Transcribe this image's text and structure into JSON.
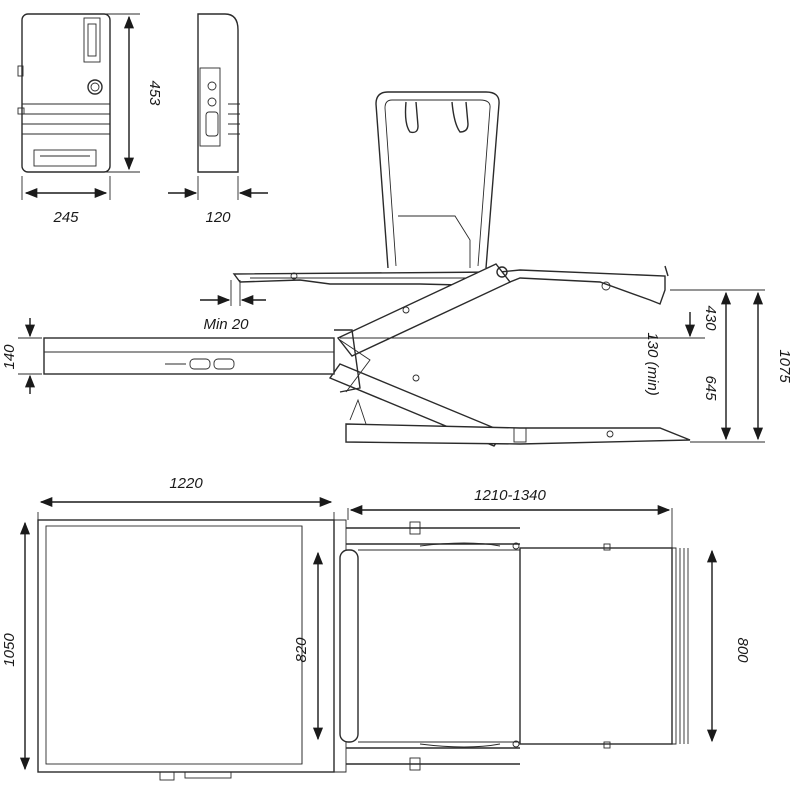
{
  "dimensions": {
    "cabinet_width": "245",
    "cabinet_depth": "120",
    "cabinet_height": "453",
    "min_gap": "Min  20",
    "platform_thickness": "140",
    "clearance": "130 (min)",
    "lift_upper": "430",
    "lift_lower": "645",
    "total_height": "1075",
    "top_length": "1220",
    "extension_range": "1210-1340",
    "top_width": "1050",
    "inner_width": "820",
    "ramp_width": "800"
  },
  "colors": {
    "line": "#2b2b2b",
    "background": "#ffffff"
  }
}
